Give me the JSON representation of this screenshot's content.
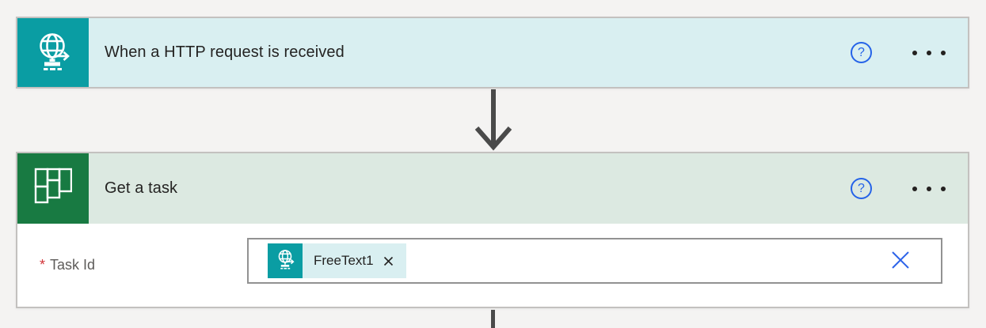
{
  "colors": {
    "canvas_bg": "#f4f3f2",
    "card_border": "#c3c1bf",
    "trigger_brand": "#0a9da3",
    "trigger_header_bg": "#d9eff1",
    "action_brand": "#187a42",
    "action_header_bg": "#dce9e1",
    "help_blue": "#2563e8",
    "arrow_gray": "#4a4a4a",
    "required_red": "#d13438",
    "title_text": "#242322",
    "label_text": "#5d5b59",
    "input_border": "#929292",
    "token_bg": "#d9eff1",
    "clear_blue": "#2b62e9"
  },
  "trigger_card": {
    "title": "When a HTTP request is received",
    "icon": "http-request-globe-icon",
    "help_glyph": "?"
  },
  "action_card": {
    "title": "Get a task",
    "icon": "planner-board-icon",
    "help_glyph": "?",
    "parameter": {
      "required_marker": "*",
      "label": "Task Id",
      "token": {
        "label": "FreeText1",
        "source_icon": "http-request-globe-icon"
      }
    }
  }
}
